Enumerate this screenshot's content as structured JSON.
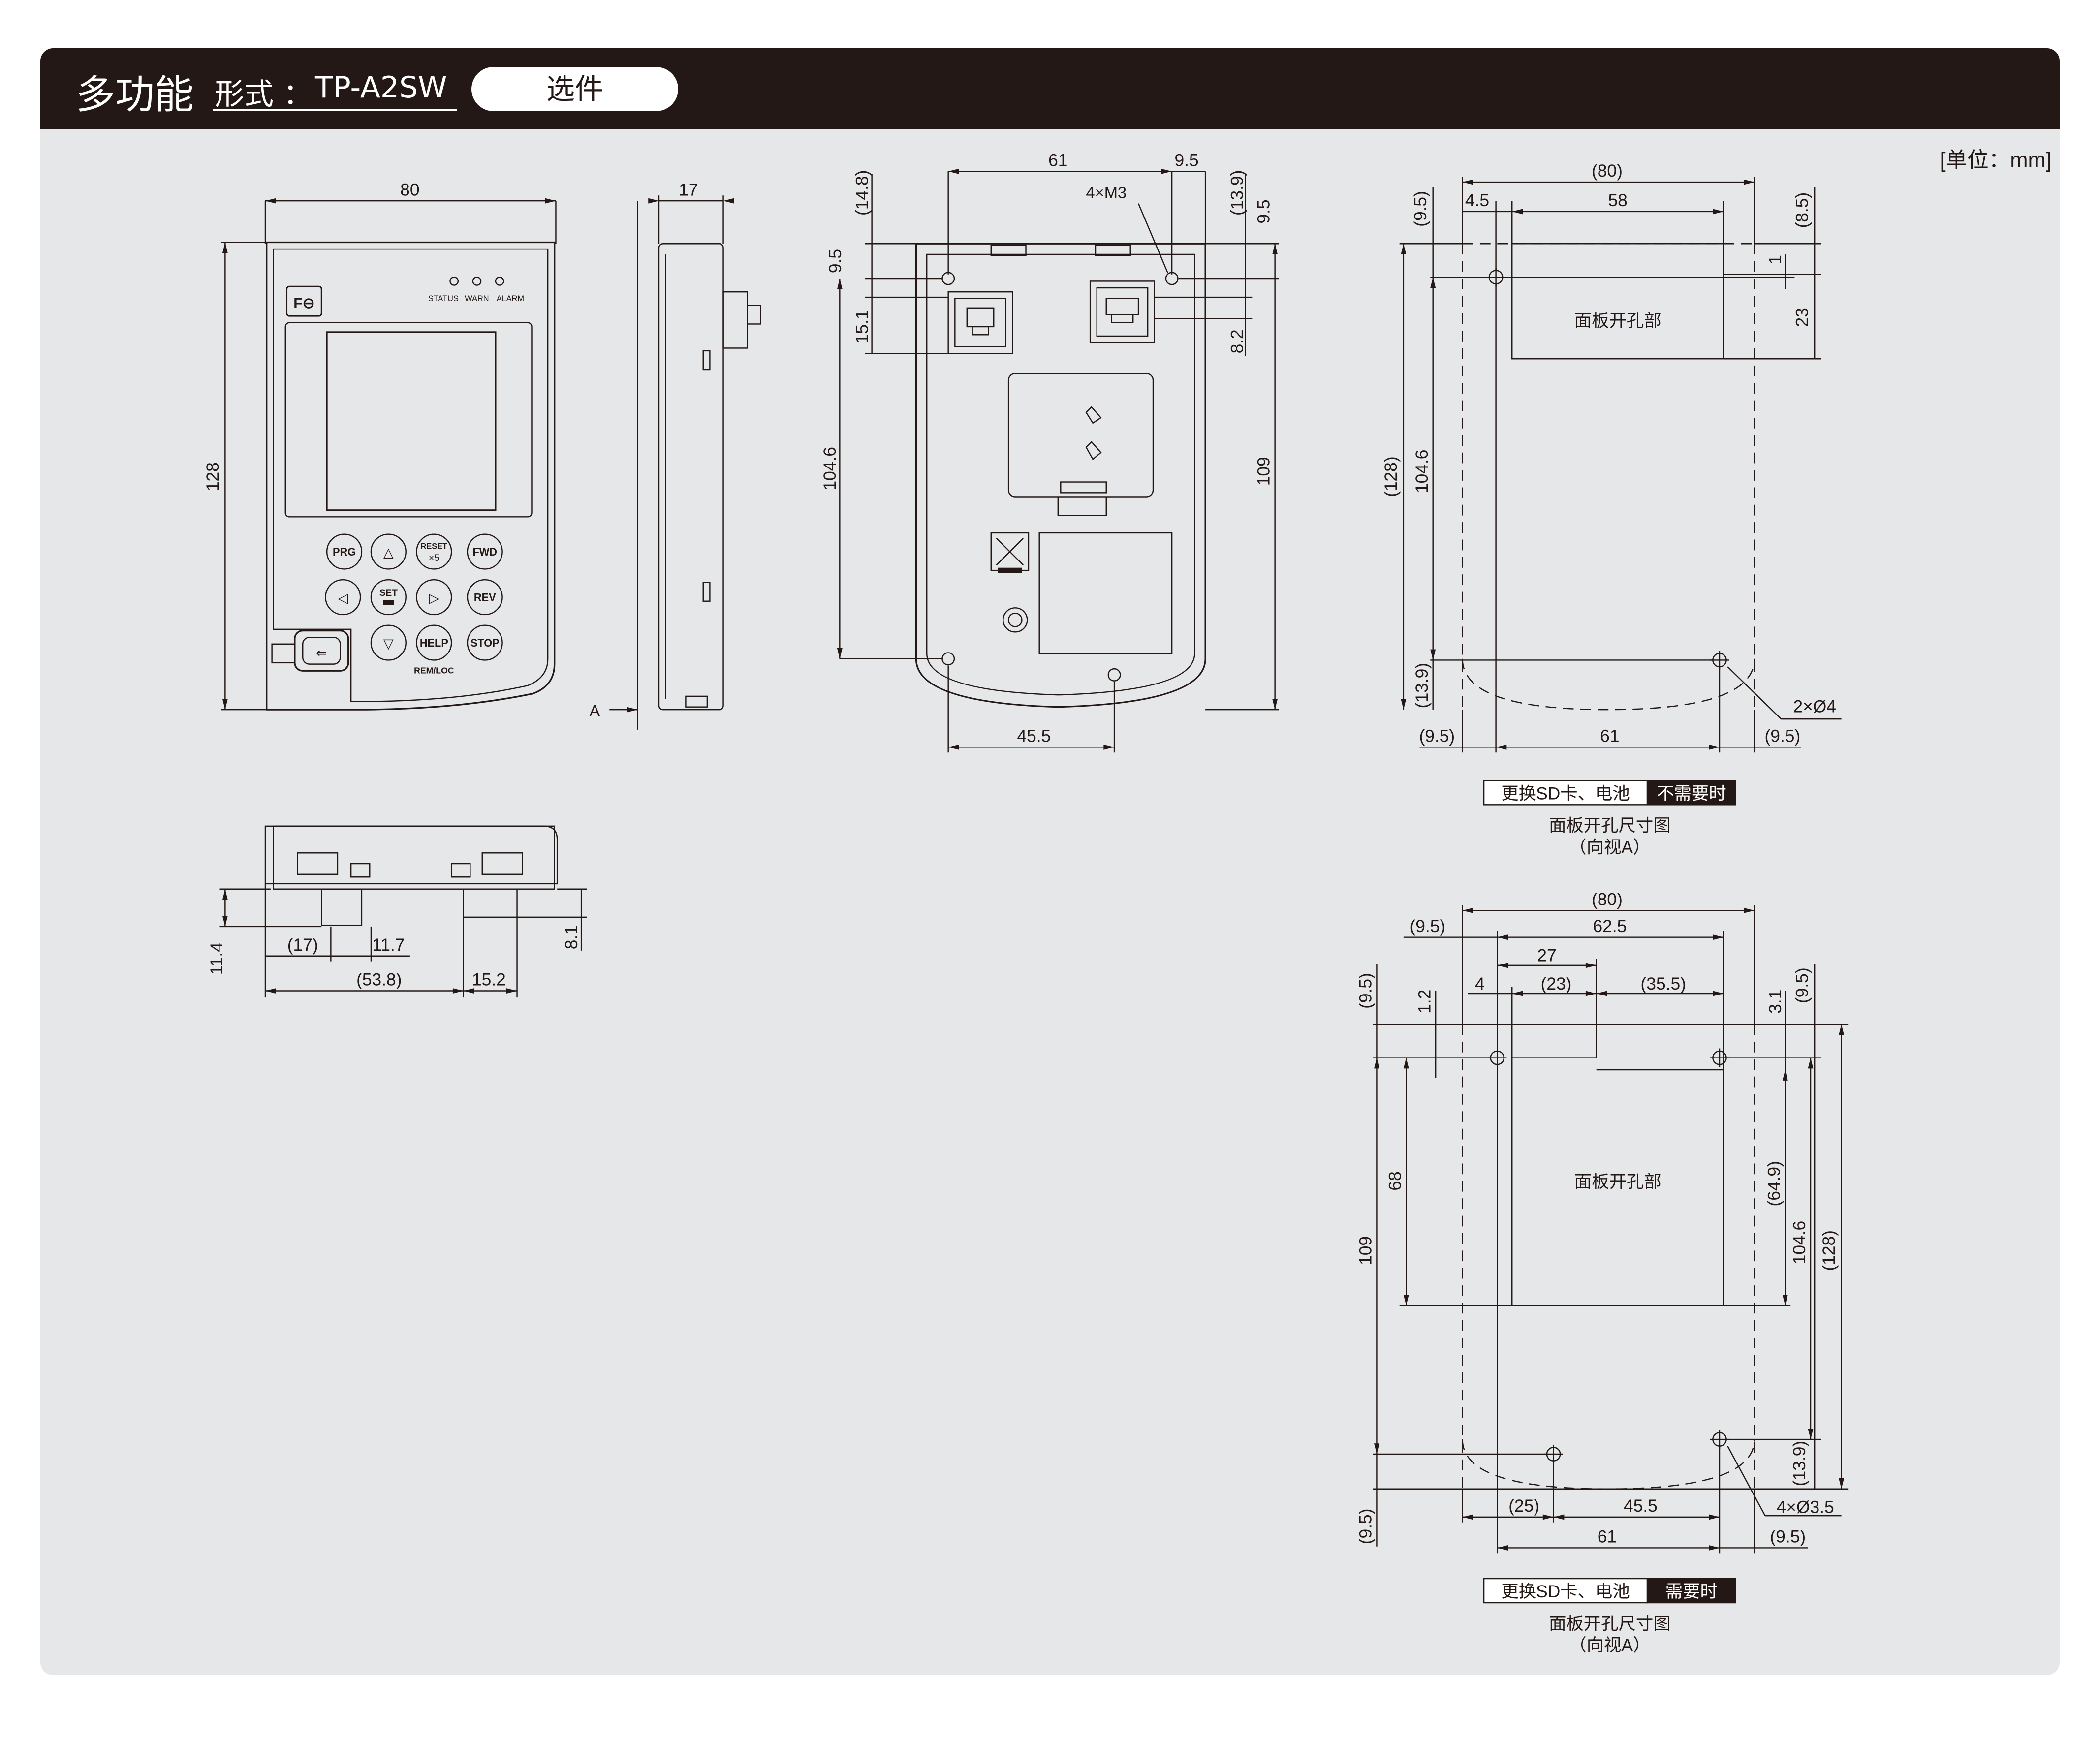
{
  "header": {
    "title": "多功能",
    "form_label": "形式 ：",
    "model": "TP-A2SW",
    "option_badge": "选件"
  },
  "unit_label": "[单位：mm]",
  "front_view": {
    "dim_width": "80",
    "dim_height": "128",
    "leds": [
      "STATUS",
      "WARN",
      "ALARM"
    ],
    "keys": {
      "prg": "PRG",
      "up": "△",
      "reset_top": "RESET",
      "reset_bottom": "×5",
      "fwd": "FWD",
      "left": "◁",
      "set": "SET",
      "right": "▷",
      "rev": "REV",
      "down": "▽",
      "help": "HELP",
      "stop": "STOP",
      "rem_loc": "REM/LOC"
    }
  },
  "side_view": {
    "dim_depth": "17",
    "view_arrow": "A"
  },
  "bottom_view": {
    "dims": {
      "d1": "11.4",
      "d2": "(17)",
      "d3": "11.7",
      "d4": "(53.8)",
      "d5": "15.2",
      "d6": "8.1"
    }
  },
  "rear_view": {
    "dims": {
      "d61": "61",
      "d95a": "9.5",
      "screw": "4×M3",
      "d148": "(14.8)",
      "d139": "(13.9)",
      "d95b": "9.5",
      "d95c": "9.5",
      "d151": "15.1",
      "d82": "8.2",
      "d1046": "104.6",
      "d109": "109",
      "d455": "45.5"
    }
  },
  "cutout1": {
    "dims": {
      "w80": "(80)",
      "d45": "4.5",
      "d58": "58",
      "d95l": "(9.5)",
      "d85": "(8.5)",
      "d1": "1",
      "d23": "23",
      "d128": "(128)",
      "d1046": "104.6",
      "d139": "(13.9)",
      "hole": "2×Ø4",
      "b95l": "(9.5)",
      "b61": "61",
      "b95r": "(9.5)"
    },
    "area_label": "面板开孔部",
    "tag_text": "更换SD卡、电池",
    "tag_dark": "不需要时",
    "caption1": "面板开孔尺寸图",
    "caption2": "（向视A）"
  },
  "cutout2": {
    "dims": {
      "w80": "(80)",
      "d95t": "(9.5)",
      "d625": "62.5",
      "d27": "27",
      "d4": "4",
      "d23": "(23)",
      "d355": "(35.5)",
      "d95l": "(9.5)",
      "d12": "1.2",
      "d31": "3.1",
      "d95r": "(9.5)",
      "d68": "68",
      "d109": "109",
      "d649": "(64.9)",
      "d1046": "104.6",
      "d128": "(128)",
      "d139": "(13.9)",
      "hole": "4×Ø3.5",
      "b95": "(9.5)",
      "b25": "(25)",
      "b455": "45.5",
      "b61": "61",
      "br95": "(9.5)"
    },
    "area_label": "面板开孔部",
    "tag_text": "更换SD卡、电池",
    "tag_dark": "需要时",
    "caption1": "面板开孔尺寸图",
    "caption2": "（向视A）"
  }
}
